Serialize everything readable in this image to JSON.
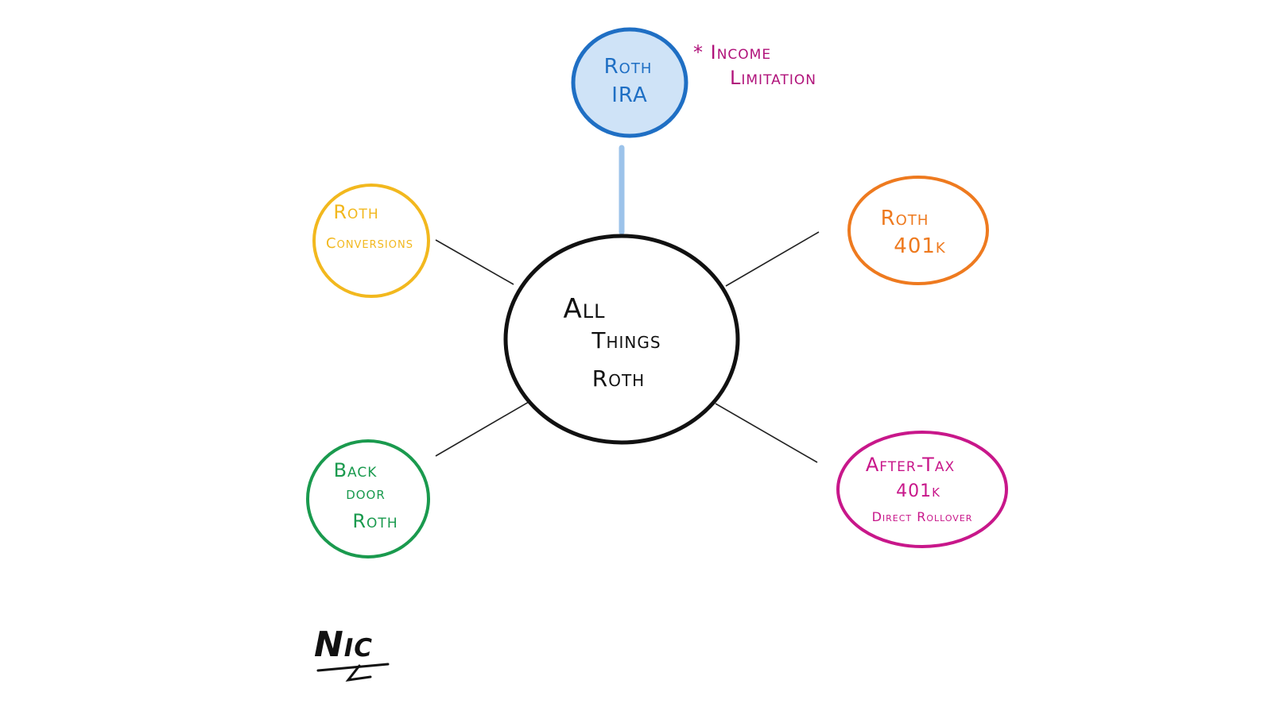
{
  "diagram": {
    "center": {
      "lines": [
        "All",
        "Things",
        "Roth"
      ],
      "color": "#111111"
    },
    "nodes": [
      {
        "id": "roth-ira",
        "lines": [
          "Roth",
          "IRA"
        ],
        "color": "#1f6fc4",
        "fill": "#cfe3f7"
      },
      {
        "id": "roth-conversions",
        "lines": [
          "Roth",
          "Conversions"
        ],
        "color": "#f2b81e"
      },
      {
        "id": "roth-401k",
        "lines": [
          "Roth",
          "401k"
        ],
        "color": "#ee7a1f"
      },
      {
        "id": "backdoor-roth",
        "lines": [
          "Back",
          "door",
          "Roth"
        ],
        "color": "#1a9a4e"
      },
      {
        "id": "after-tax-401k",
        "lines": [
          "After-Tax",
          "401k",
          "Direct Rollover"
        ],
        "color": "#c8178a"
      }
    ],
    "note": {
      "lines": [
        "* Income",
        "Limitation"
      ],
      "color": "#b0127a"
    },
    "connector_color": "#222222",
    "highlight_connector_color": "#9cc3ea"
  },
  "signature": {
    "text": "Nic"
  }
}
